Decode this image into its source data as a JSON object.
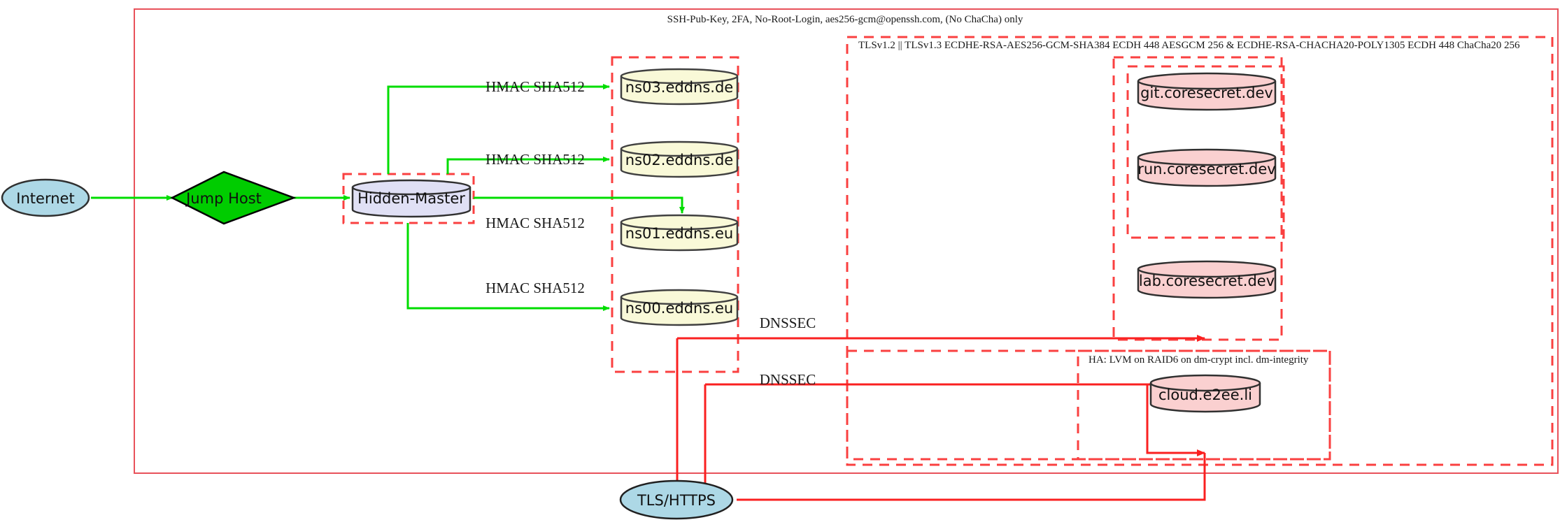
{
  "diagram": {
    "type": "network-architecture",
    "clusters": {
      "ssh_boundary": {
        "label": "SSH-Pub-Key, 2FA, No-Root-Login, aes256-gcm@openssh.com, (No ChaCha) only",
        "color": "#e8525a"
      },
      "tls_boundary": {
        "label": "TLSv1.2 || TLSv1.3 ECDHE-RSA-AES256-GCM-SHA384 ECDH 448 AESGCM 256 & ECDHE-RSA-CHACHA20-POLY1305 ECDH 448 ChaCha20 256",
        "color": "#fa4040"
      },
      "ha_boundary": {
        "label": "HA: LVM on RAID6 on dm-crypt incl. dm-integrity",
        "color": "#fa4040"
      }
    },
    "nodes": {
      "internet": {
        "label": "Internet",
        "shape": "ellipse",
        "fill": "#add8e6"
      },
      "jump_host": {
        "label": "Jump Host",
        "shape": "diamond",
        "fill": "#00cc00"
      },
      "hidden_master": {
        "label": "Hidden-Master",
        "shape": "cylinder",
        "fill": "#e0e0f5"
      },
      "ns03": {
        "label": "ns03.eddns.de",
        "shape": "cylinder",
        "fill": "#f9f9d8"
      },
      "ns02": {
        "label": "ns02.eddns.de",
        "shape": "cylinder",
        "fill": "#f9f9d8"
      },
      "ns01": {
        "label": "ns01.eddns.eu",
        "shape": "cylinder",
        "fill": "#f9f9d8"
      },
      "ns00": {
        "label": "ns00.eddns.eu",
        "shape": "cylinder",
        "fill": "#f9f9d8"
      },
      "git": {
        "label": "git.coresecret.dev",
        "shape": "cylinder",
        "fill": "#fad0d0"
      },
      "run": {
        "label": "run.coresecret.dev",
        "shape": "cylinder",
        "fill": "#fad0d0"
      },
      "lab": {
        "label": "lab.coresecret.dev",
        "shape": "cylinder",
        "fill": "#fad0d0"
      },
      "cloud": {
        "label": "cloud.e2ee.li",
        "shape": "cylinder",
        "fill": "#fad0d0"
      },
      "tls_https": {
        "label": "TLS/HTTPS",
        "shape": "ellipse",
        "fill": "#add8e6"
      }
    },
    "edge_labels": {
      "hmac_ns03": "HMAC SHA512",
      "hmac_ns02": "HMAC SHA512",
      "hmac_ns01": "HMAC SHA512",
      "hmac_ns00": "HMAC SHA512",
      "dnssec_upper": "DNSSEC",
      "dnssec_lower": "DNSSEC"
    },
    "colors": {
      "green_edge": "#00dd00",
      "red_edge": "#fa2020",
      "boundary_red": "#fa4040",
      "node_stroke": "#303030"
    }
  }
}
